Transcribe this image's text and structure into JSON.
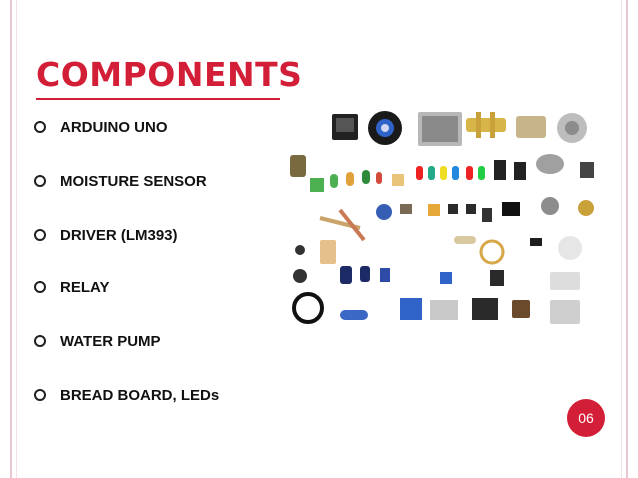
{
  "slide": {
    "title": "COMPONENTS",
    "bullets": [
      {
        "text": "ARDUINO UNO"
      },
      {
        "text": "MOISTURE SENSOR"
      },
      {
        "text": "DRIVER (LM393)"
      },
      {
        "text": "RELAY"
      },
      {
        "text": "WATER PUMP"
      },
      {
        "text": "BREAD BOARD, LEDs"
      }
    ],
    "page_number": "06"
  },
  "colors": {
    "accent": "#d21f37",
    "border": "#e9c9cf",
    "text": "#111111"
  }
}
